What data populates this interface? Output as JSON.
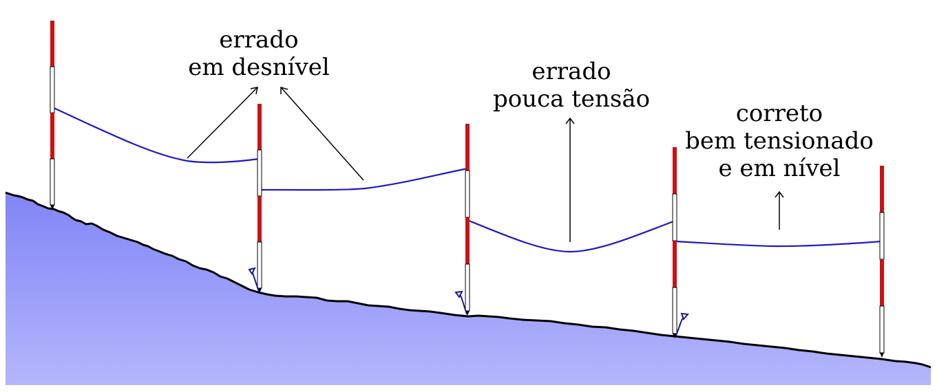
{
  "annotations": {
    "uneven": {
      "line1": "errado",
      "line2": "em desnível"
    },
    "low_tension": {
      "line1": "errado",
      "line2": "pouca tensão"
    },
    "correct": {
      "line1": "correto",
      "line2": "bem tensionado",
      "line3": "e em nível"
    }
  },
  "colors": {
    "ground_top": "#8185f6",
    "ground_bottom": "#b4b6fb",
    "ground_edge": "#000000",
    "tape": "#1a1acc",
    "pole_red": "#cc1111",
    "pole_white": "#ffffff",
    "pin": "#1a1a99"
  }
}
